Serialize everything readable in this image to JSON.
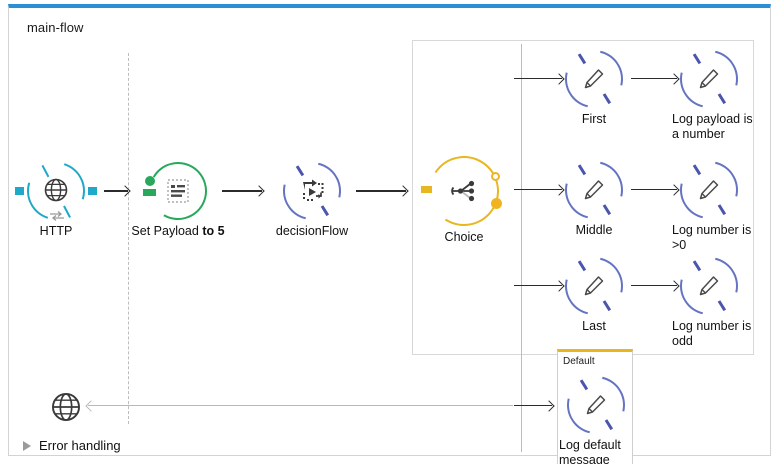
{
  "flow": {
    "title": "main-flow",
    "accent_top_color": "#2a8fd4",
    "frame_border_color": "#d3d3d3"
  },
  "nodes": {
    "http": {
      "label": "HTTP",
      "icon": "globe-icon",
      "color": "#1fa9c8"
    },
    "set_payload": {
      "label_main": "Set Payload",
      "label_bold": "to 5",
      "icon": "set-payload-icon",
      "color": "#27a85b"
    },
    "decision_flow": {
      "label": "decisionFlow",
      "icon": "flow-reference-icon",
      "color": "#6573c3"
    },
    "choice": {
      "label": "Choice",
      "icon": "choice-branch-icon",
      "color": "#e8b61f"
    }
  },
  "branches": [
    {
      "name": "First",
      "target": "Log payload is a number",
      "icon": "logger-pencil-icon"
    },
    {
      "name": "Middle",
      "target": "Log number is >0",
      "icon": "logger-pencil-icon"
    },
    {
      "name": "Last",
      "target": "Log number is odd",
      "icon": "logger-pencil-icon"
    }
  ],
  "default_scope": {
    "title": "Default",
    "node_label": "Log default message",
    "icon": "logger-pencil-icon",
    "accent_color": "#e8b61f"
  },
  "response": {
    "icon": "globe-icon"
  },
  "error_handling": {
    "label": "Error handling",
    "icon": "triangle-right-icon",
    "expanded": false
  }
}
